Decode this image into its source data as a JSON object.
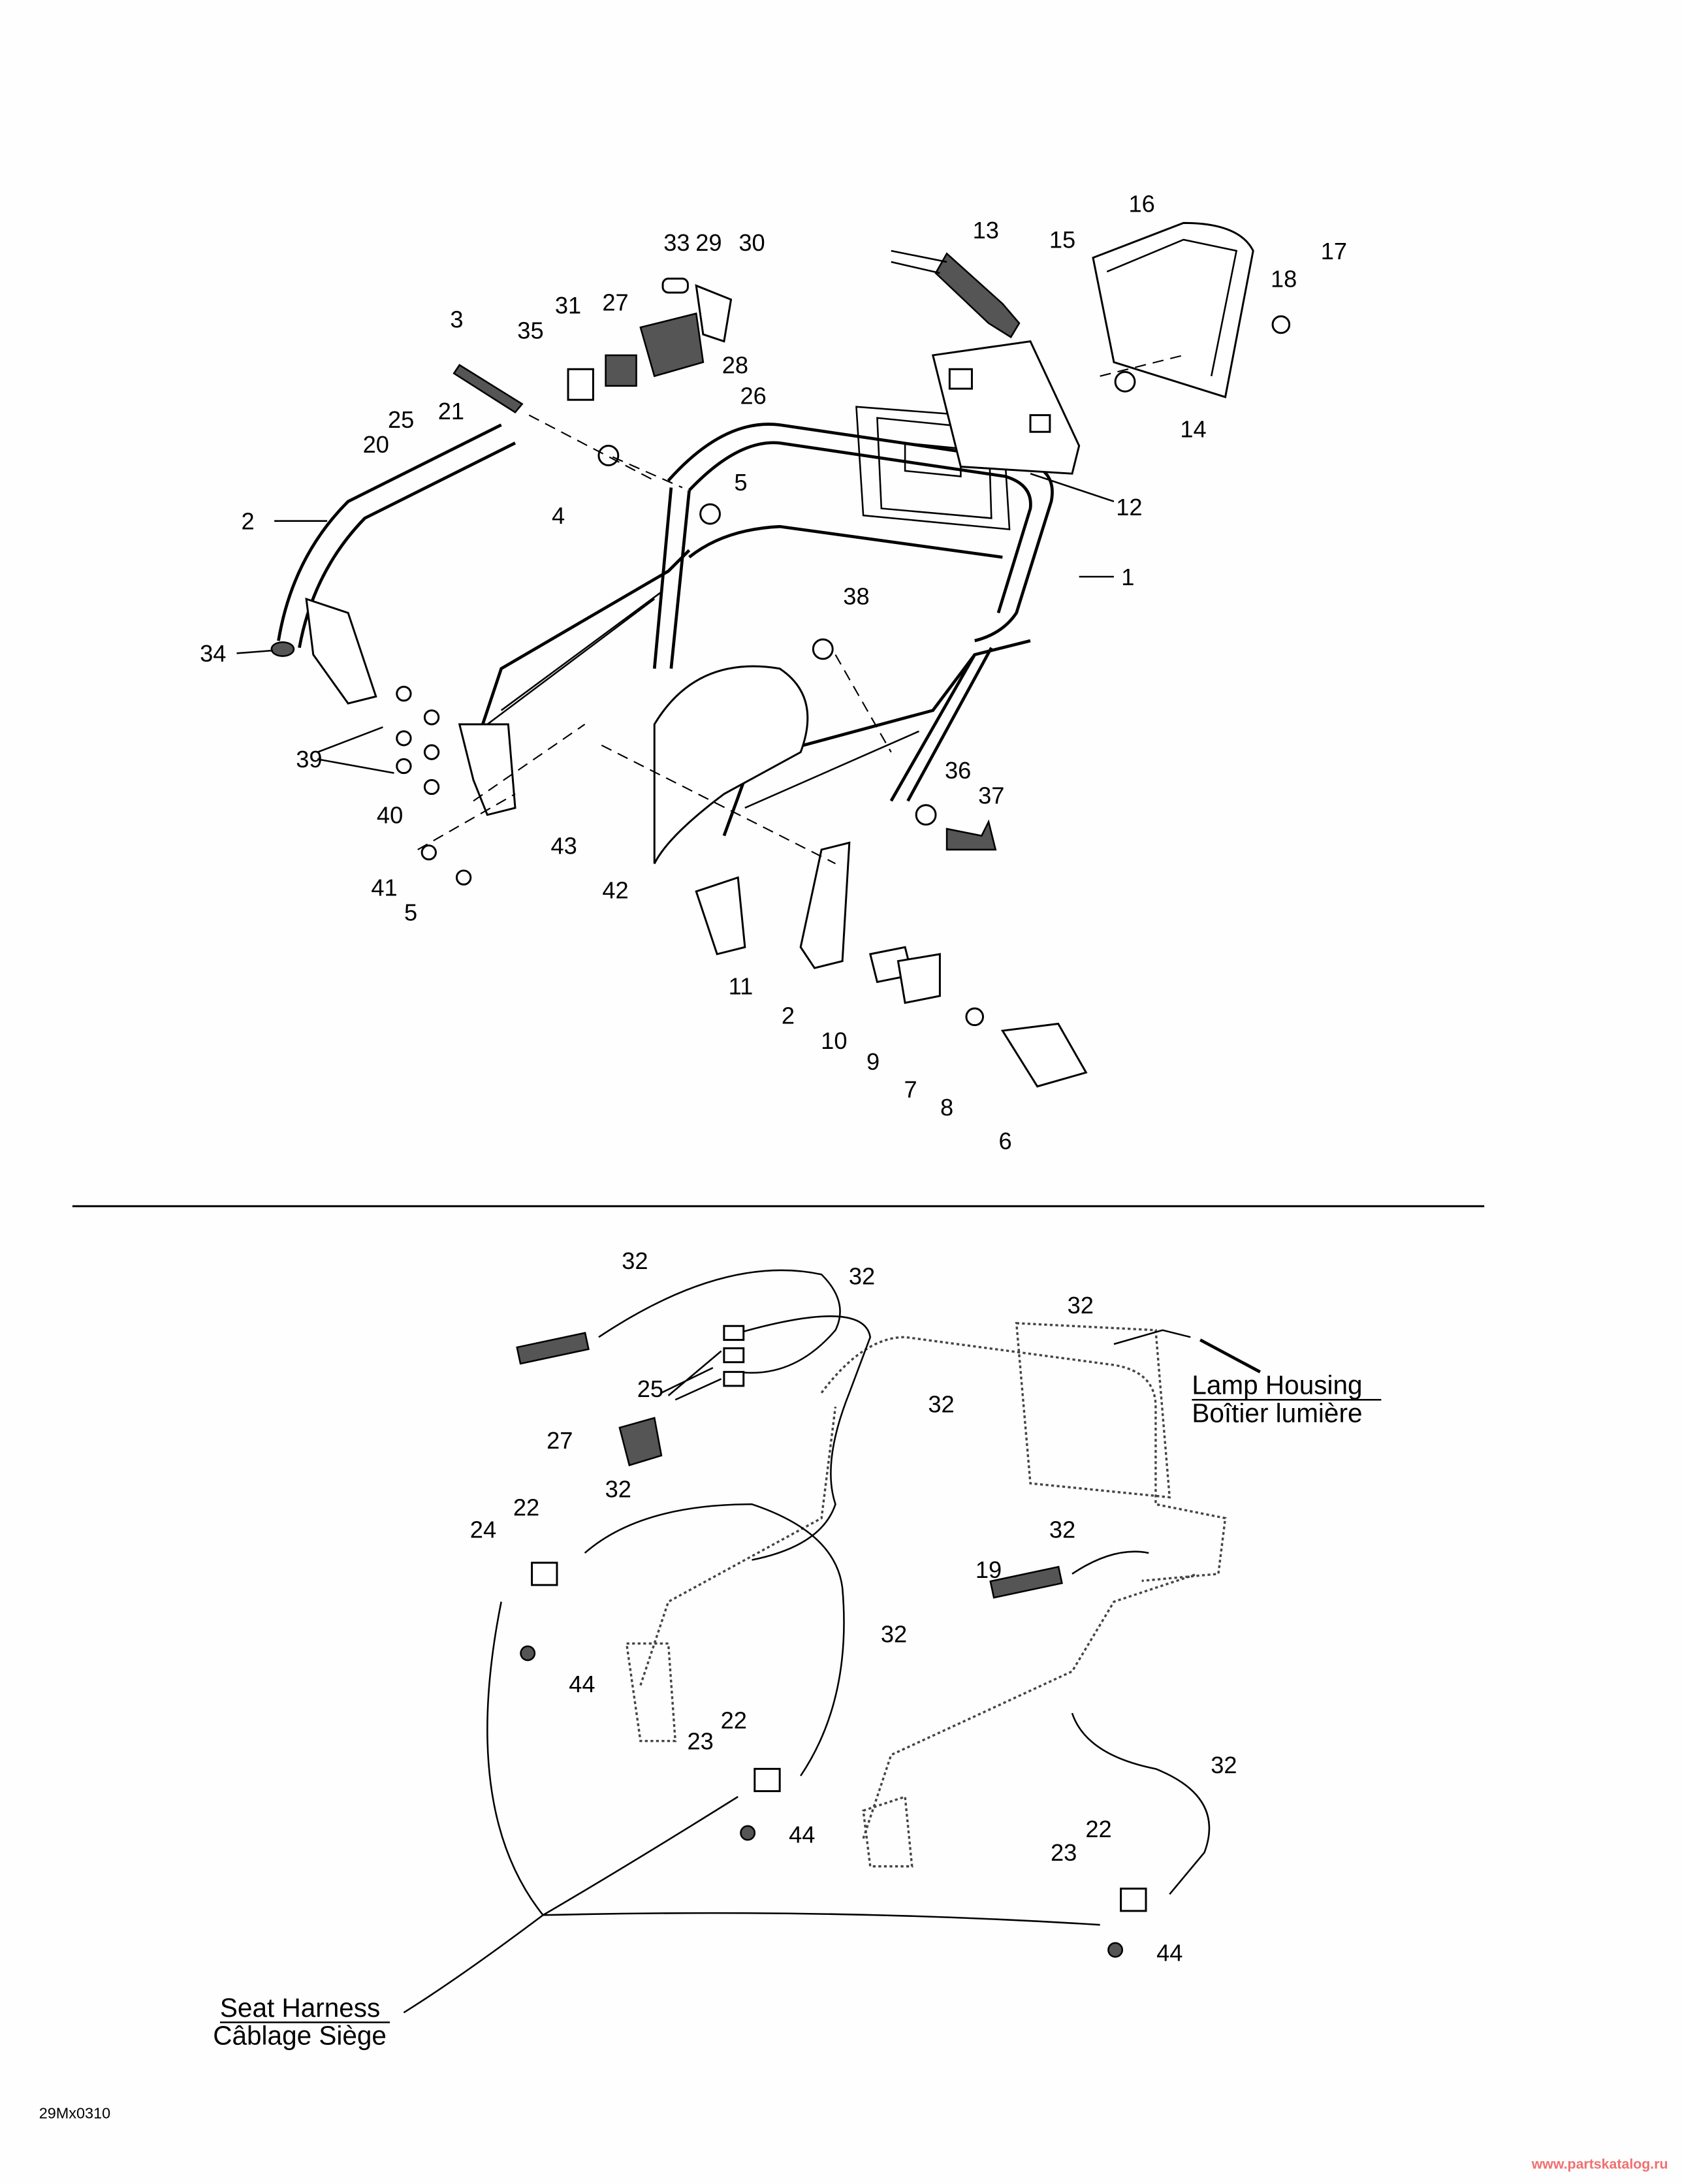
{
  "diagram": {
    "callouts": [
      "16",
      "13",
      "15",
      "17",
      "33",
      "29",
      "30",
      "18",
      "27",
      "31",
      "3",
      "35",
      "28",
      "26",
      "25",
      "21",
      "20",
      "14",
      "5",
      "4",
      "12",
      "2",
      "1",
      "38",
      "34",
      "39",
      "36",
      "37",
      "40",
      "43",
      "42",
      "41",
      "5",
      "11",
      "2",
      "10",
      "9",
      "7",
      "8",
      "6",
      "32",
      "32",
      "32",
      "25",
      "32",
      "27",
      "32",
      "22",
      "24",
      "32",
      "19",
      "32",
      "44",
      "22",
      "23",
      "32",
      "44",
      "22",
      "23",
      "44"
    ],
    "lamp_housing": {
      "en": "Lamp Housing",
      "fr": "Boîtier lumière"
    },
    "seat_harness": {
      "en": "Seat Harness",
      "fr": "Câblage Siège"
    },
    "figure_code": "29Mx0310",
    "watermark": "www.partskatalog.ru",
    "watermark_color": "#f07070"
  }
}
